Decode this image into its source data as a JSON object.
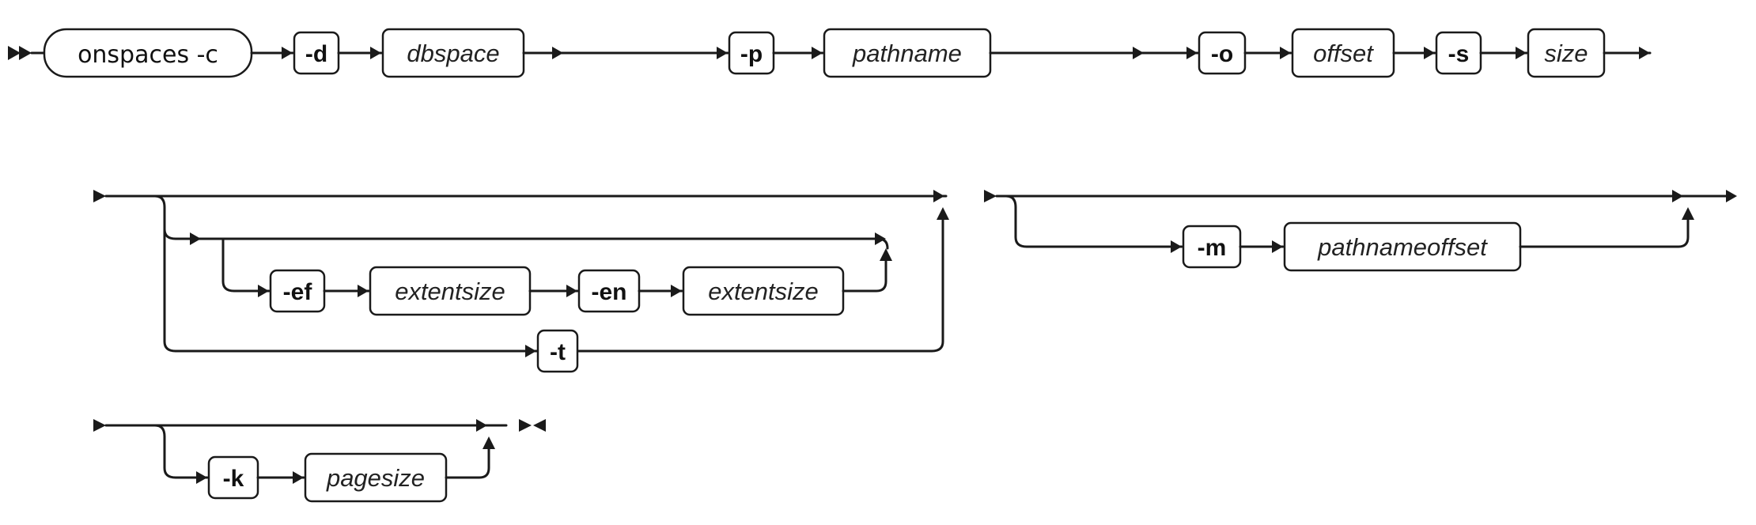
{
  "diagram": {
    "command": "onspaces -c",
    "row1": {
      "flag_d": "-d",
      "var_dbspace": "dbspace",
      "flag_p": "-p",
      "var_pathname": "pathname",
      "flag_o": "-o",
      "var_offset": "offset",
      "flag_s": "-s",
      "var_size": "size"
    },
    "row2": {
      "flag_ef": "-ef",
      "var_extentsize_first": "extentsize",
      "flag_en": "-en",
      "var_extentsize_next": "extentsize",
      "flag_t": "-t",
      "flag_m": "-m",
      "var_pathnameoffset": "pathnameoffset"
    },
    "row3": {
      "flag_k": "-k",
      "var_pagesize": "pagesize"
    }
  }
}
